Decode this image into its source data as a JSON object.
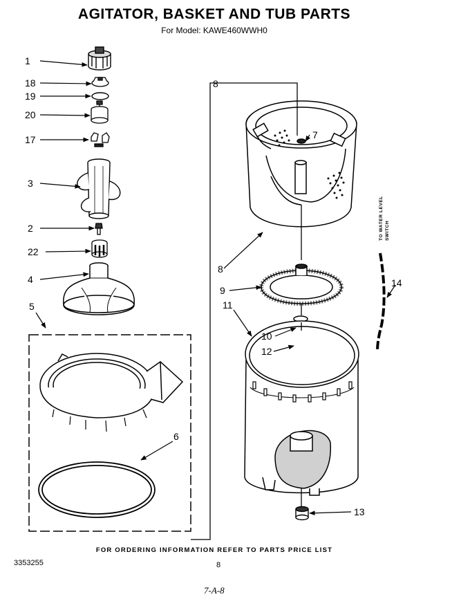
{
  "header": {
    "title": "AGITATOR, BASKET AND TUB PARTS",
    "subtitle": "For Model: KAWE460WWH0"
  },
  "callouts": {
    "c1": "1",
    "c18": "18",
    "c19": "19",
    "c20": "20",
    "c17": "17",
    "c3": "3",
    "c2": "2",
    "c22": "22",
    "c4": "4",
    "c5": "5",
    "c6": "6",
    "c8a": "8",
    "c7": "7",
    "c8b": "8",
    "c9": "9",
    "c11": "11",
    "c10": "10",
    "c12": "12",
    "c13": "13",
    "c14": "14"
  },
  "switch_note": {
    "line1": "TO WATER LEVEL",
    "line2": "SWITCH"
  },
  "footer": {
    "note": "FOR ORDERING INFORMATION REFER TO PARTS PRICE LIST",
    "doc_number": "3353255",
    "page": "8",
    "handwritten": "7-A-8"
  }
}
